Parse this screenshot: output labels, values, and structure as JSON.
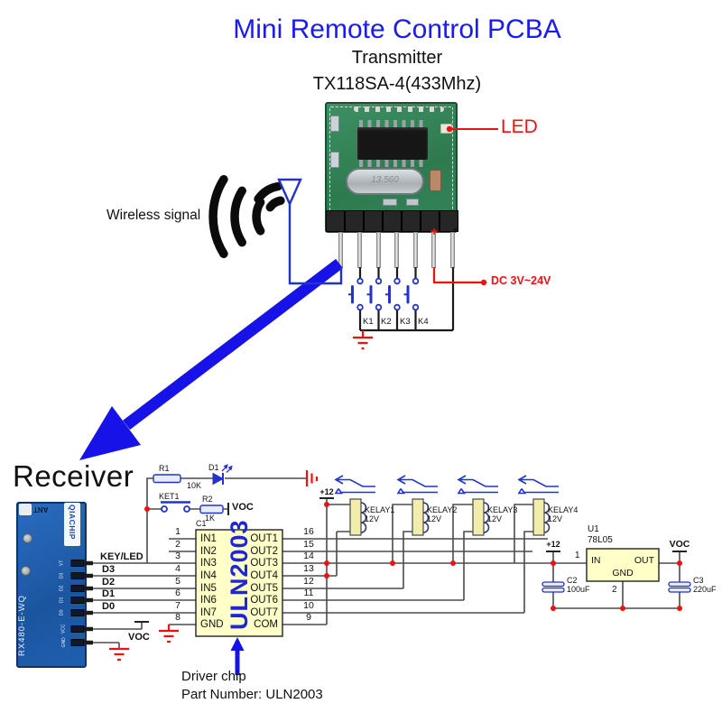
{
  "header": {
    "title": "Mini Remote Control PCBA",
    "subtitle": "Transmitter",
    "model": "TX118SA-4(433Mhz)"
  },
  "transmitter": {
    "led_callout": "LED",
    "plus": "+",
    "minus": "-",
    "power_label": "DC 3V~24V",
    "buttons": [
      "K1",
      "K2",
      "K3",
      "K4"
    ],
    "crystal_marking": "13.560"
  },
  "wireless": {
    "label": "Wireless signal"
  },
  "receiver": {
    "section_label": "Receiver",
    "board": {
      "brand": "QIACHIP",
      "model": "RX480-E-WQ",
      "ant_label": "ANT",
      "pin_labels": [
        "VT",
        "D3",
        "D2",
        "D1",
        "D0",
        "VCC",
        "GND"
      ]
    },
    "wire_labels": {
      "key_led": "KEY/LED",
      "d3": "D3",
      "d2": "D2",
      "d1": "D1",
      "d0": "D0",
      "voc": "VOC"
    }
  },
  "schematic": {
    "r1": {
      "ref": "R1",
      "value": "10K"
    },
    "d1_ref": "D1",
    "ket1": "KET1",
    "r2": {
      "ref": "R2",
      "value": "1K"
    },
    "voc": "VOC",
    "plus12": "+12",
    "chip": {
      "ref": "C1",
      "part": "ULN2003",
      "left_pins": [
        {
          "num": "1",
          "label": "IN1"
        },
        {
          "num": "2",
          "label": "IN2"
        },
        {
          "num": "3",
          "label": "IN3"
        },
        {
          "num": "4",
          "label": "IN4"
        },
        {
          "num": "5",
          "label": "IN5"
        },
        {
          "num": "6",
          "label": "IN6"
        },
        {
          "num": "7",
          "label": "IN7"
        },
        {
          "num": "8",
          "label": "GND"
        }
      ],
      "right_pins": [
        {
          "num": "16",
          "label": "OUT1"
        },
        {
          "num": "15",
          "label": "OUT2"
        },
        {
          "num": "14",
          "label": "OUT3"
        },
        {
          "num": "13",
          "label": "OUT4"
        },
        {
          "num": "12",
          "label": "OUT5"
        },
        {
          "num": "11",
          "label": "OUT6"
        },
        {
          "num": "10",
          "label": "OUT7"
        },
        {
          "num": "9",
          "label": "COM"
        }
      ]
    },
    "relays": [
      {
        "name": "KELAY1",
        "voltage": "12V"
      },
      {
        "name": "KELAY2",
        "voltage": "12V"
      },
      {
        "name": "KELAY3",
        "voltage": "12V"
      },
      {
        "name": "KELAY4",
        "voltage": "12V"
      }
    ],
    "regulator": {
      "ref": "U1",
      "part": "78L05",
      "pin_in": "IN",
      "pin_out": "OUT",
      "pin_gnd": "GND",
      "num_in": "1",
      "num_gnd": "2",
      "plus12": "+12",
      "voc": "VOC"
    },
    "c2": {
      "ref": "C2",
      "value": "100uF"
    },
    "c3": {
      "ref": "C3",
      "value": "220uF"
    }
  },
  "footer": {
    "line1": "Driver chip",
    "line2": "Part Number: ULN2003"
  },
  "colors": {
    "title_blue": "#1b1bf0",
    "schematic_blue": "#2233cc",
    "red": "#ee1111",
    "chip_yellow": "#ffffc8",
    "pcb_green": "#35855a",
    "pcb_blue": "#1f5fae"
  }
}
